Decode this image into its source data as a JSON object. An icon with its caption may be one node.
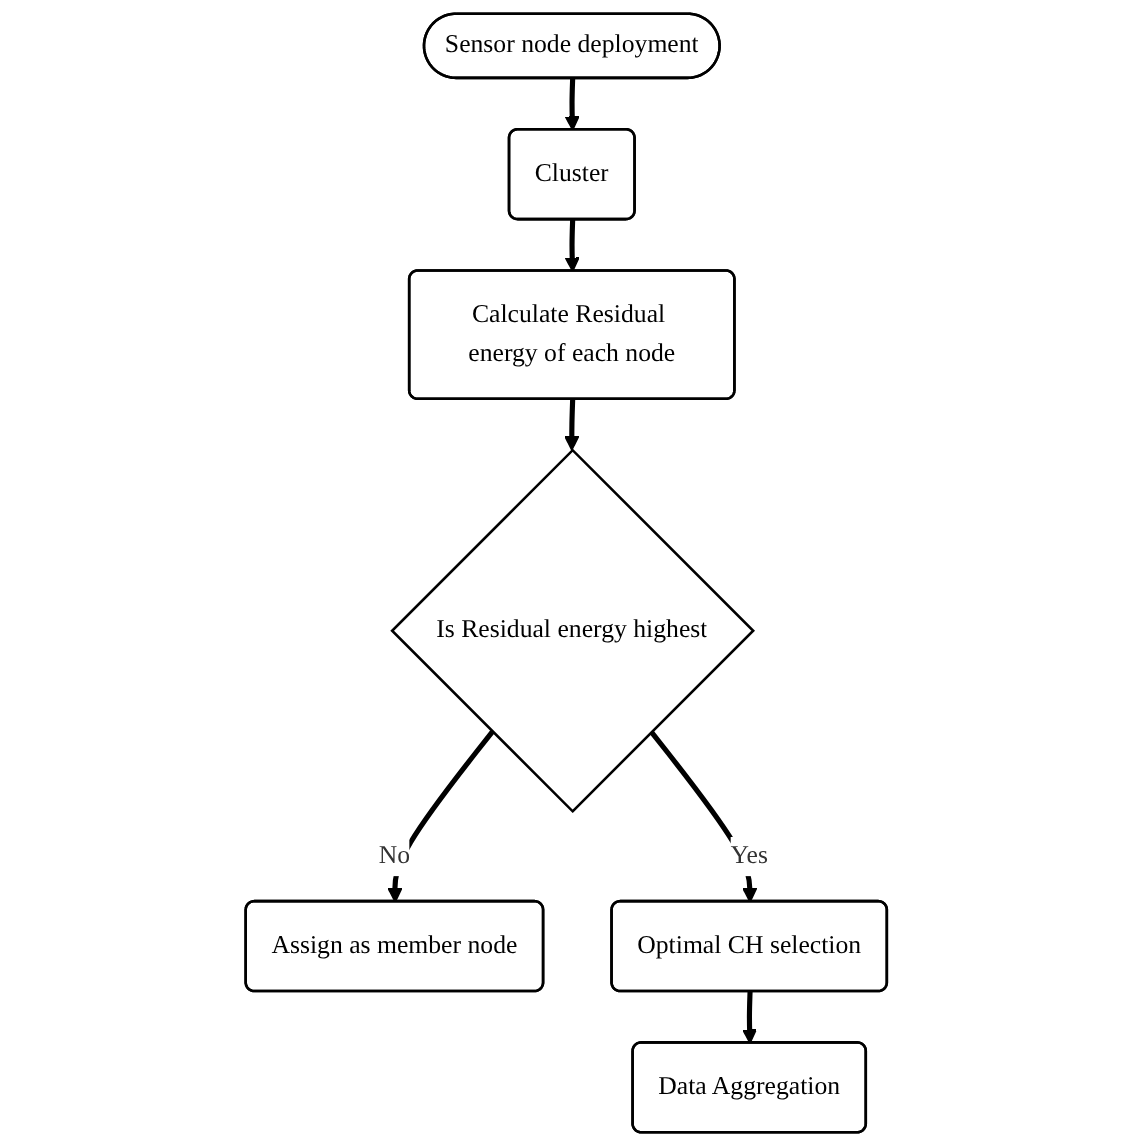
{
  "diagram": {
    "nodes": [
      {
        "text": [
          "Sensor node deployment"
        ]
      },
      {
        "text": [
          "Cluster"
        ]
      },
      {
        "text": [
          "Calculate Residual energy of each node"
        ]
      },
      {
        "text": [
          "Is Residual energy highest"
        ]
      },
      {
        "text": [
          "Assign as member node"
        ]
      },
      {
        "text": [
          "Optimal CH selection"
        ]
      },
      {
        "text": [
          "Data Aggregation"
        ]
      }
    ],
    "edges": [
      {
        "from": 0,
        "to": 1,
        "arrow": "to"
      },
      {
        "from": 1,
        "to": 2,
        "arrow": "to"
      },
      {
        "from": 2,
        "to": 3,
        "arrow": "to"
      },
      {
        "from": 3,
        "to": 4,
        "arrow": "to",
        "label": "No"
      },
      {
        "from": 3,
        "to": 5,
        "arrow": "to",
        "label": "Yes"
      },
      {
        "from": 5,
        "to": 6,
        "arrow": "to"
      }
    ]
  }
}
